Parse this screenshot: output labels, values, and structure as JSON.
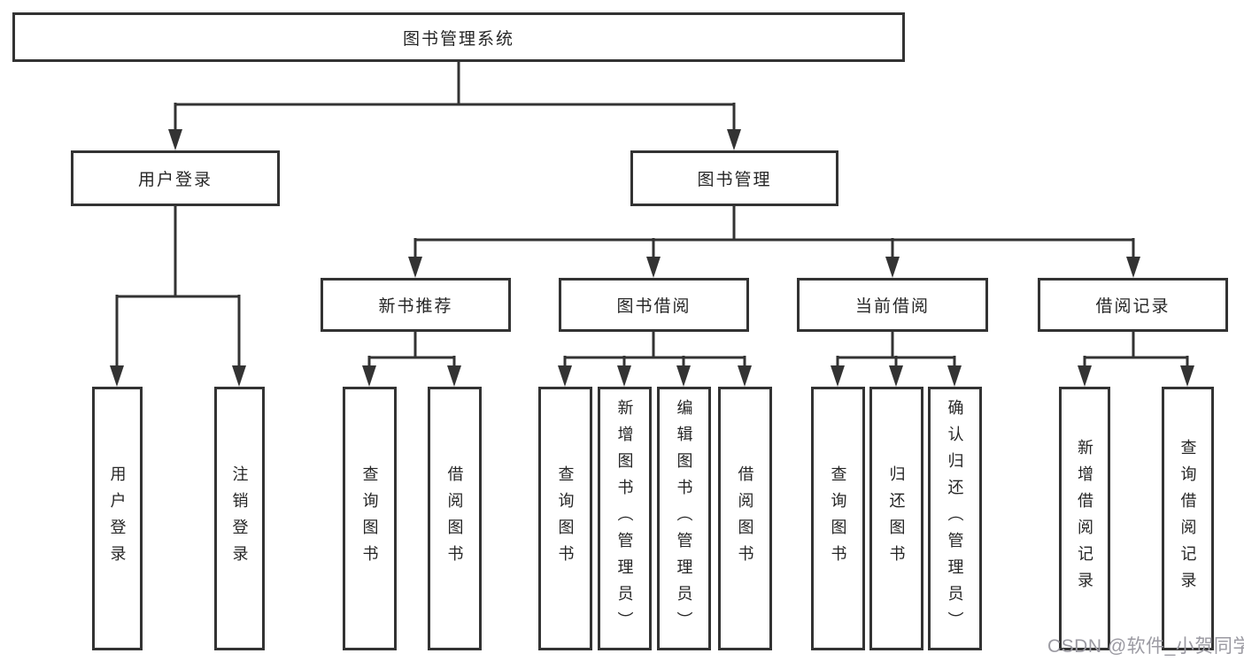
{
  "diagram": {
    "title": "图书管理系统",
    "type": "function-structure-tree",
    "colors": {
      "line": "#333333",
      "box_border": "#333333",
      "box_fill": "#ffffff",
      "text": "#262626",
      "watermark": "#9b9aa2",
      "background": "#ffffff"
    },
    "tree": {
      "root": {
        "label": "图书管理系统"
      },
      "level2": {
        "user_login": {
          "label": "用户登录"
        },
        "book_mgmt": {
          "label": "图书管理"
        }
      },
      "level3": {
        "new_book_rec": {
          "label": "新书推荐"
        },
        "book_borrow": {
          "label": "图书借阅"
        },
        "current_borrow": {
          "label": "当前借阅"
        },
        "borrow_record": {
          "label": "借阅记录"
        }
      },
      "leaves": {
        "user_login_v": {
          "label": "用户登录",
          "parent": "用户登录"
        },
        "logout": {
          "label": "注销登录",
          "parent": "用户登录"
        },
        "rec_query_book": {
          "label": "查询图书",
          "parent": "新书推荐"
        },
        "rec_borrow_book": {
          "label": "借阅图书",
          "parent": "新书推荐"
        },
        "bb_query_book": {
          "label": "查询图书",
          "parent": "图书借阅"
        },
        "bb_add_book": {
          "label": "新增图书（管理员）",
          "parent": "图书借阅"
        },
        "bb_edit_book": {
          "label": "编辑图书（管理员）",
          "parent": "图书借阅"
        },
        "bb_borrow_book": {
          "label": "借阅图书",
          "parent": "图书借阅"
        },
        "cb_query_book": {
          "label": "查询图书",
          "parent": "当前借阅"
        },
        "cb_return_book": {
          "label": "归还图书",
          "parent": "当前借阅"
        },
        "cb_confirm_return": {
          "label": "确认归还（管理员）",
          "parent": "当前借阅"
        },
        "br_add_record": {
          "label": "新增借阅记录",
          "parent": "借阅记录"
        },
        "br_query_record": {
          "label": "查询借阅记录",
          "parent": "借阅记录"
        }
      }
    },
    "watermark": "CSDN @软件_小贺同学"
  }
}
